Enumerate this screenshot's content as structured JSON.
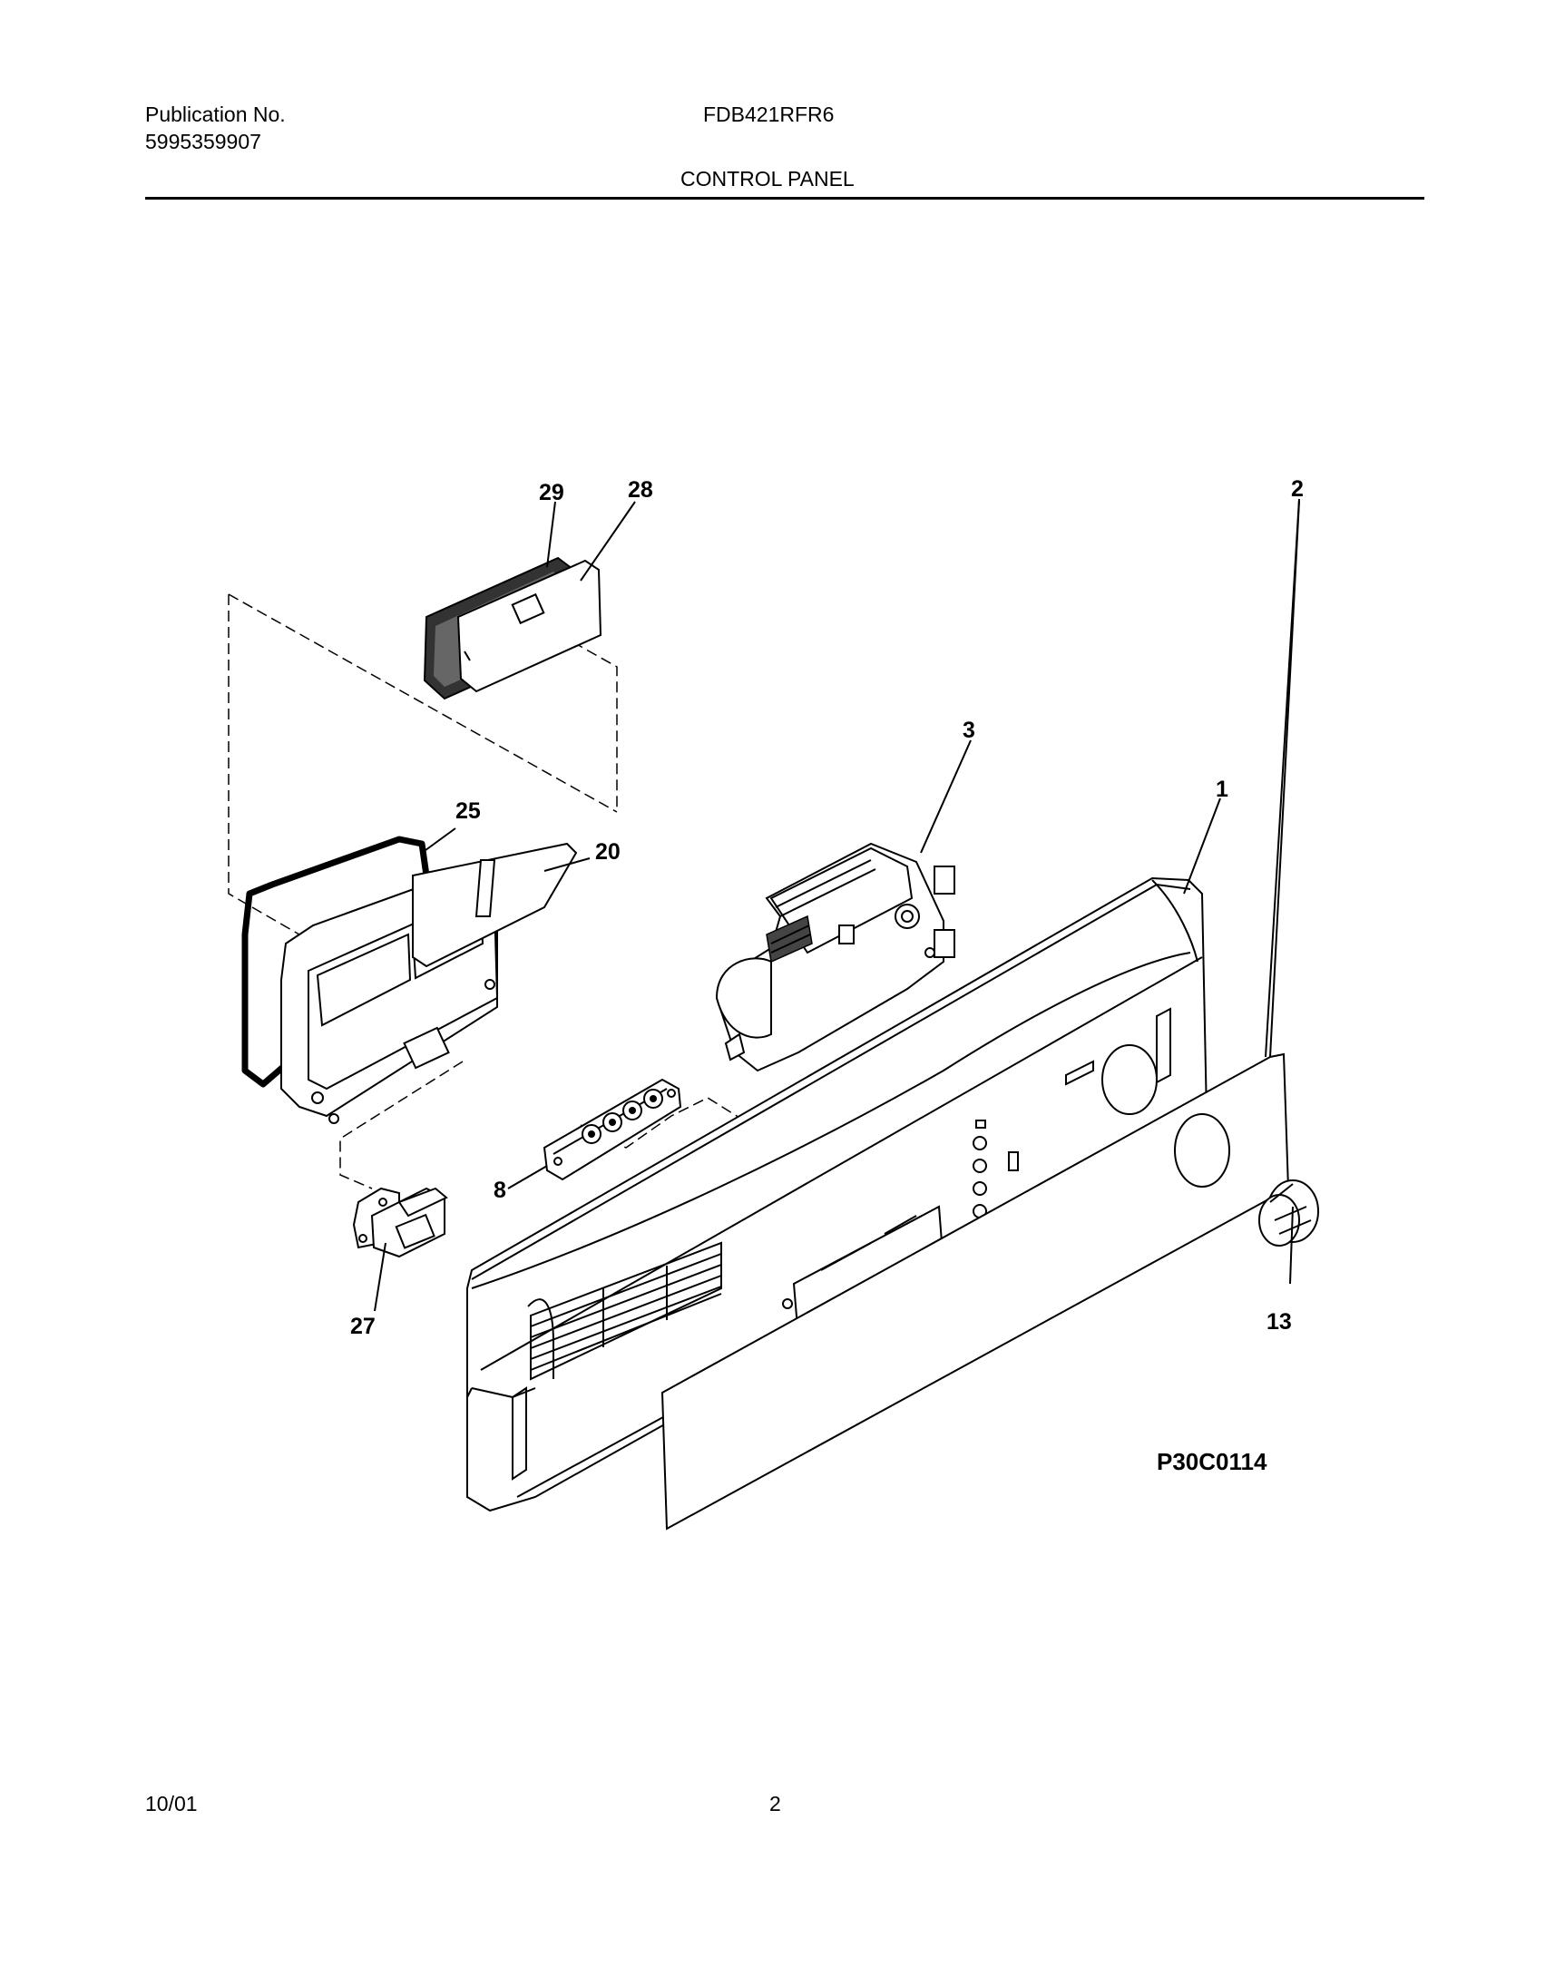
{
  "header": {
    "publication_label": "Publication No.",
    "publication_number": "5995359907",
    "model": "FDB421RFR6",
    "section_title": "CONTROL PANEL"
  },
  "diagram": {
    "callouts": [
      "29",
      "28",
      "3",
      "1",
      "25",
      "20",
      "2",
      "8",
      "27",
      "13"
    ],
    "figure_code": "P30C0114"
  },
  "footer": {
    "date": "10/01",
    "page": "2"
  }
}
